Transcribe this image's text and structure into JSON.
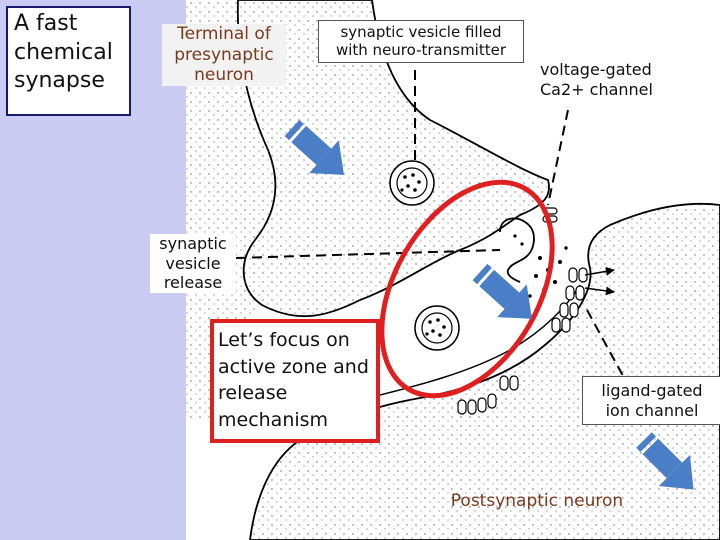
{
  "title": "A fast\nchemical\nsynapse",
  "labels": {
    "presynaptic": "Terminal of\npresynaptic\nneuron",
    "vesicle_filled": "synaptic vesicle filled\nwith neuro-transmitter",
    "ca_channel": "voltage-gated\nCa2+ channel",
    "vesicle_release": "synaptic\nvesicle\nrelease",
    "ligand_channel": "ligand-gated\nion channel",
    "postsynaptic": "Postsynaptic neuron"
  },
  "focus_note": "Let’s focus on\nactive zone and\nrelease\nmechanism",
  "colors": {
    "sidebar": "#c9cbf3",
    "arrow_blue": "#4a7ec6",
    "highlight_red": "#e02020",
    "label_brown": "#7a3a1c"
  }
}
